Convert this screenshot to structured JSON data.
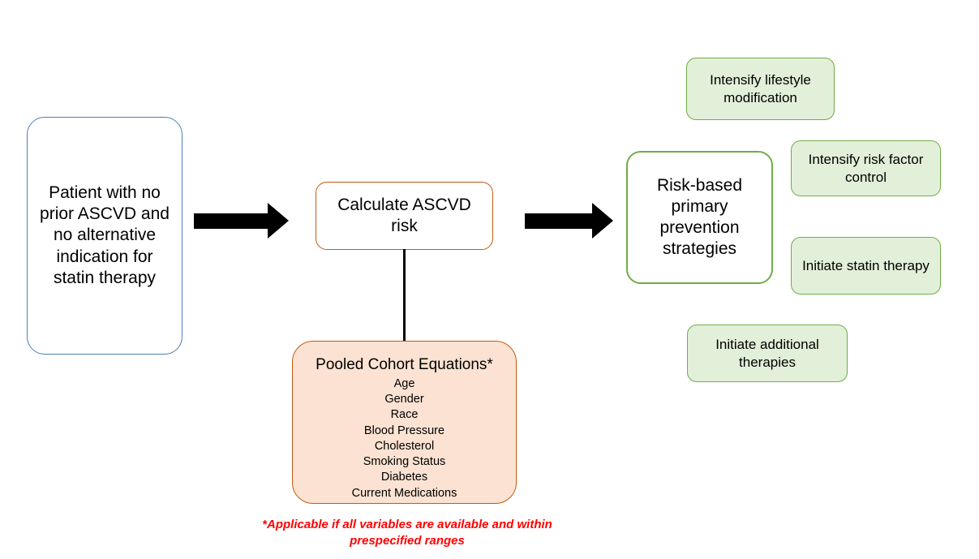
{
  "diagram": {
    "title": "ASCVD primary prevention risk assessment flowchart",
    "colors": {
      "start_border": "#4a7ebb",
      "calc_border": "#c55a11",
      "pooled_fill": "#fbe2d2",
      "pooled_border": "#c55a11",
      "risk_border": "#70ad47",
      "strategy_fill": "#e2efd9",
      "strategy_border": "#70ad47",
      "arrow": "#000000",
      "footnote": "#ff0000"
    },
    "nodes": {
      "start": {
        "text": "Patient with no prior ASCVD and no alternative indication for statin therapy"
      },
      "calculate": {
        "text": "Calculate ASCVD risk"
      },
      "pooled": {
        "title": "Pooled Cohort Equations*",
        "variables": [
          "Age",
          "Gender",
          "Race",
          "Blood Pressure",
          "Cholesterol",
          "Smoking Status",
          "Diabetes",
          "Current Medications"
        ]
      },
      "risk_strategies": {
        "text": "Risk-based primary prevention strategies"
      }
    },
    "strategies": [
      {
        "label": "Intensify lifestyle modification"
      },
      {
        "label": "Intensify risk factor control"
      },
      {
        "label": "Initiate statin therapy"
      },
      {
        "label": "Initiate additional therapies"
      }
    ],
    "footnote": {
      "text": "*Applicable if all variables are available and within prespecified ranges"
    },
    "connectors": {
      "arrow_1_name": "arrow-start-to-calculate",
      "arrow_2_name": "arrow-calculate-to-strategies",
      "line_name": "line-calculate-to-pooled"
    }
  }
}
